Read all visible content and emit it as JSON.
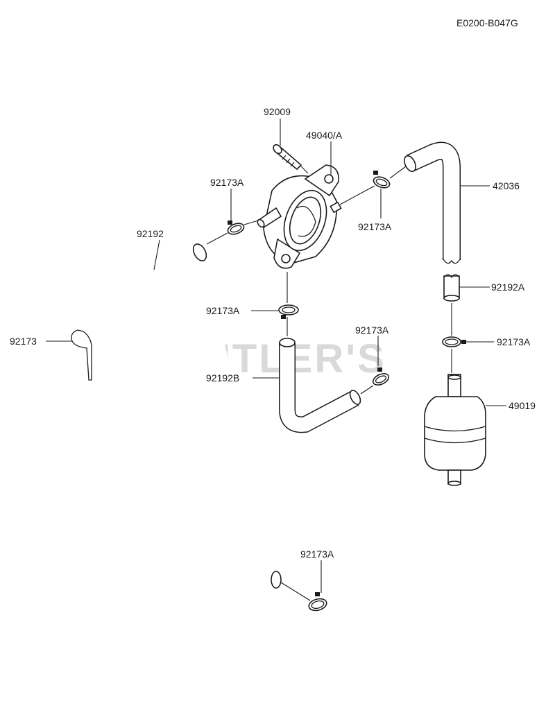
{
  "diagram_code": "E0200-B047G",
  "watermark": "CUTLER'S",
  "labels": {
    "bolt": "92009",
    "pump": "49040/A",
    "clamp_pump_in": "92173A",
    "clamp_pump_out": "92173A",
    "hose_main": "92192",
    "hose_top": "42036",
    "hose_short": "92192A",
    "clamp_lower_pump": "92173A",
    "clip": "92173",
    "clamp_filter_top": "92173A",
    "clamp_hose_b": "92173A",
    "hose_b": "92192B",
    "filter": "49019",
    "clamp_bottom": "92173A"
  },
  "colors": {
    "line": "#1a1a1a",
    "watermark": "#d9d9d9",
    "background": "#ffffff"
  }
}
